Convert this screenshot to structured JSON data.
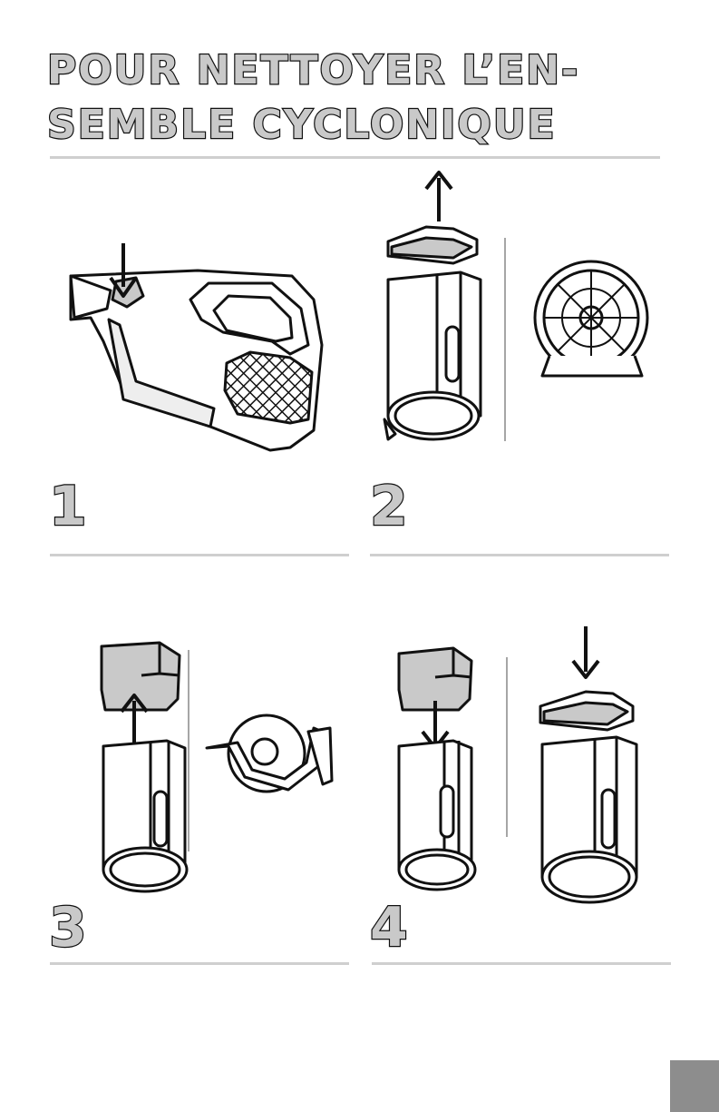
{
  "page": {
    "title_line1": "POUR NETTOYER L’EN-",
    "title_line2": "SEMBLE CYCLONIQUE",
    "steps": [
      {
        "number": "1"
      },
      {
        "number": "2"
      },
      {
        "number": "3"
      },
      {
        "number": "4"
      }
    ],
    "colors": {
      "ink": "#111111",
      "grey_fill": "#c9c9c9",
      "rule": "#cfcfcf",
      "tab": "#8d8d8d"
    }
  }
}
